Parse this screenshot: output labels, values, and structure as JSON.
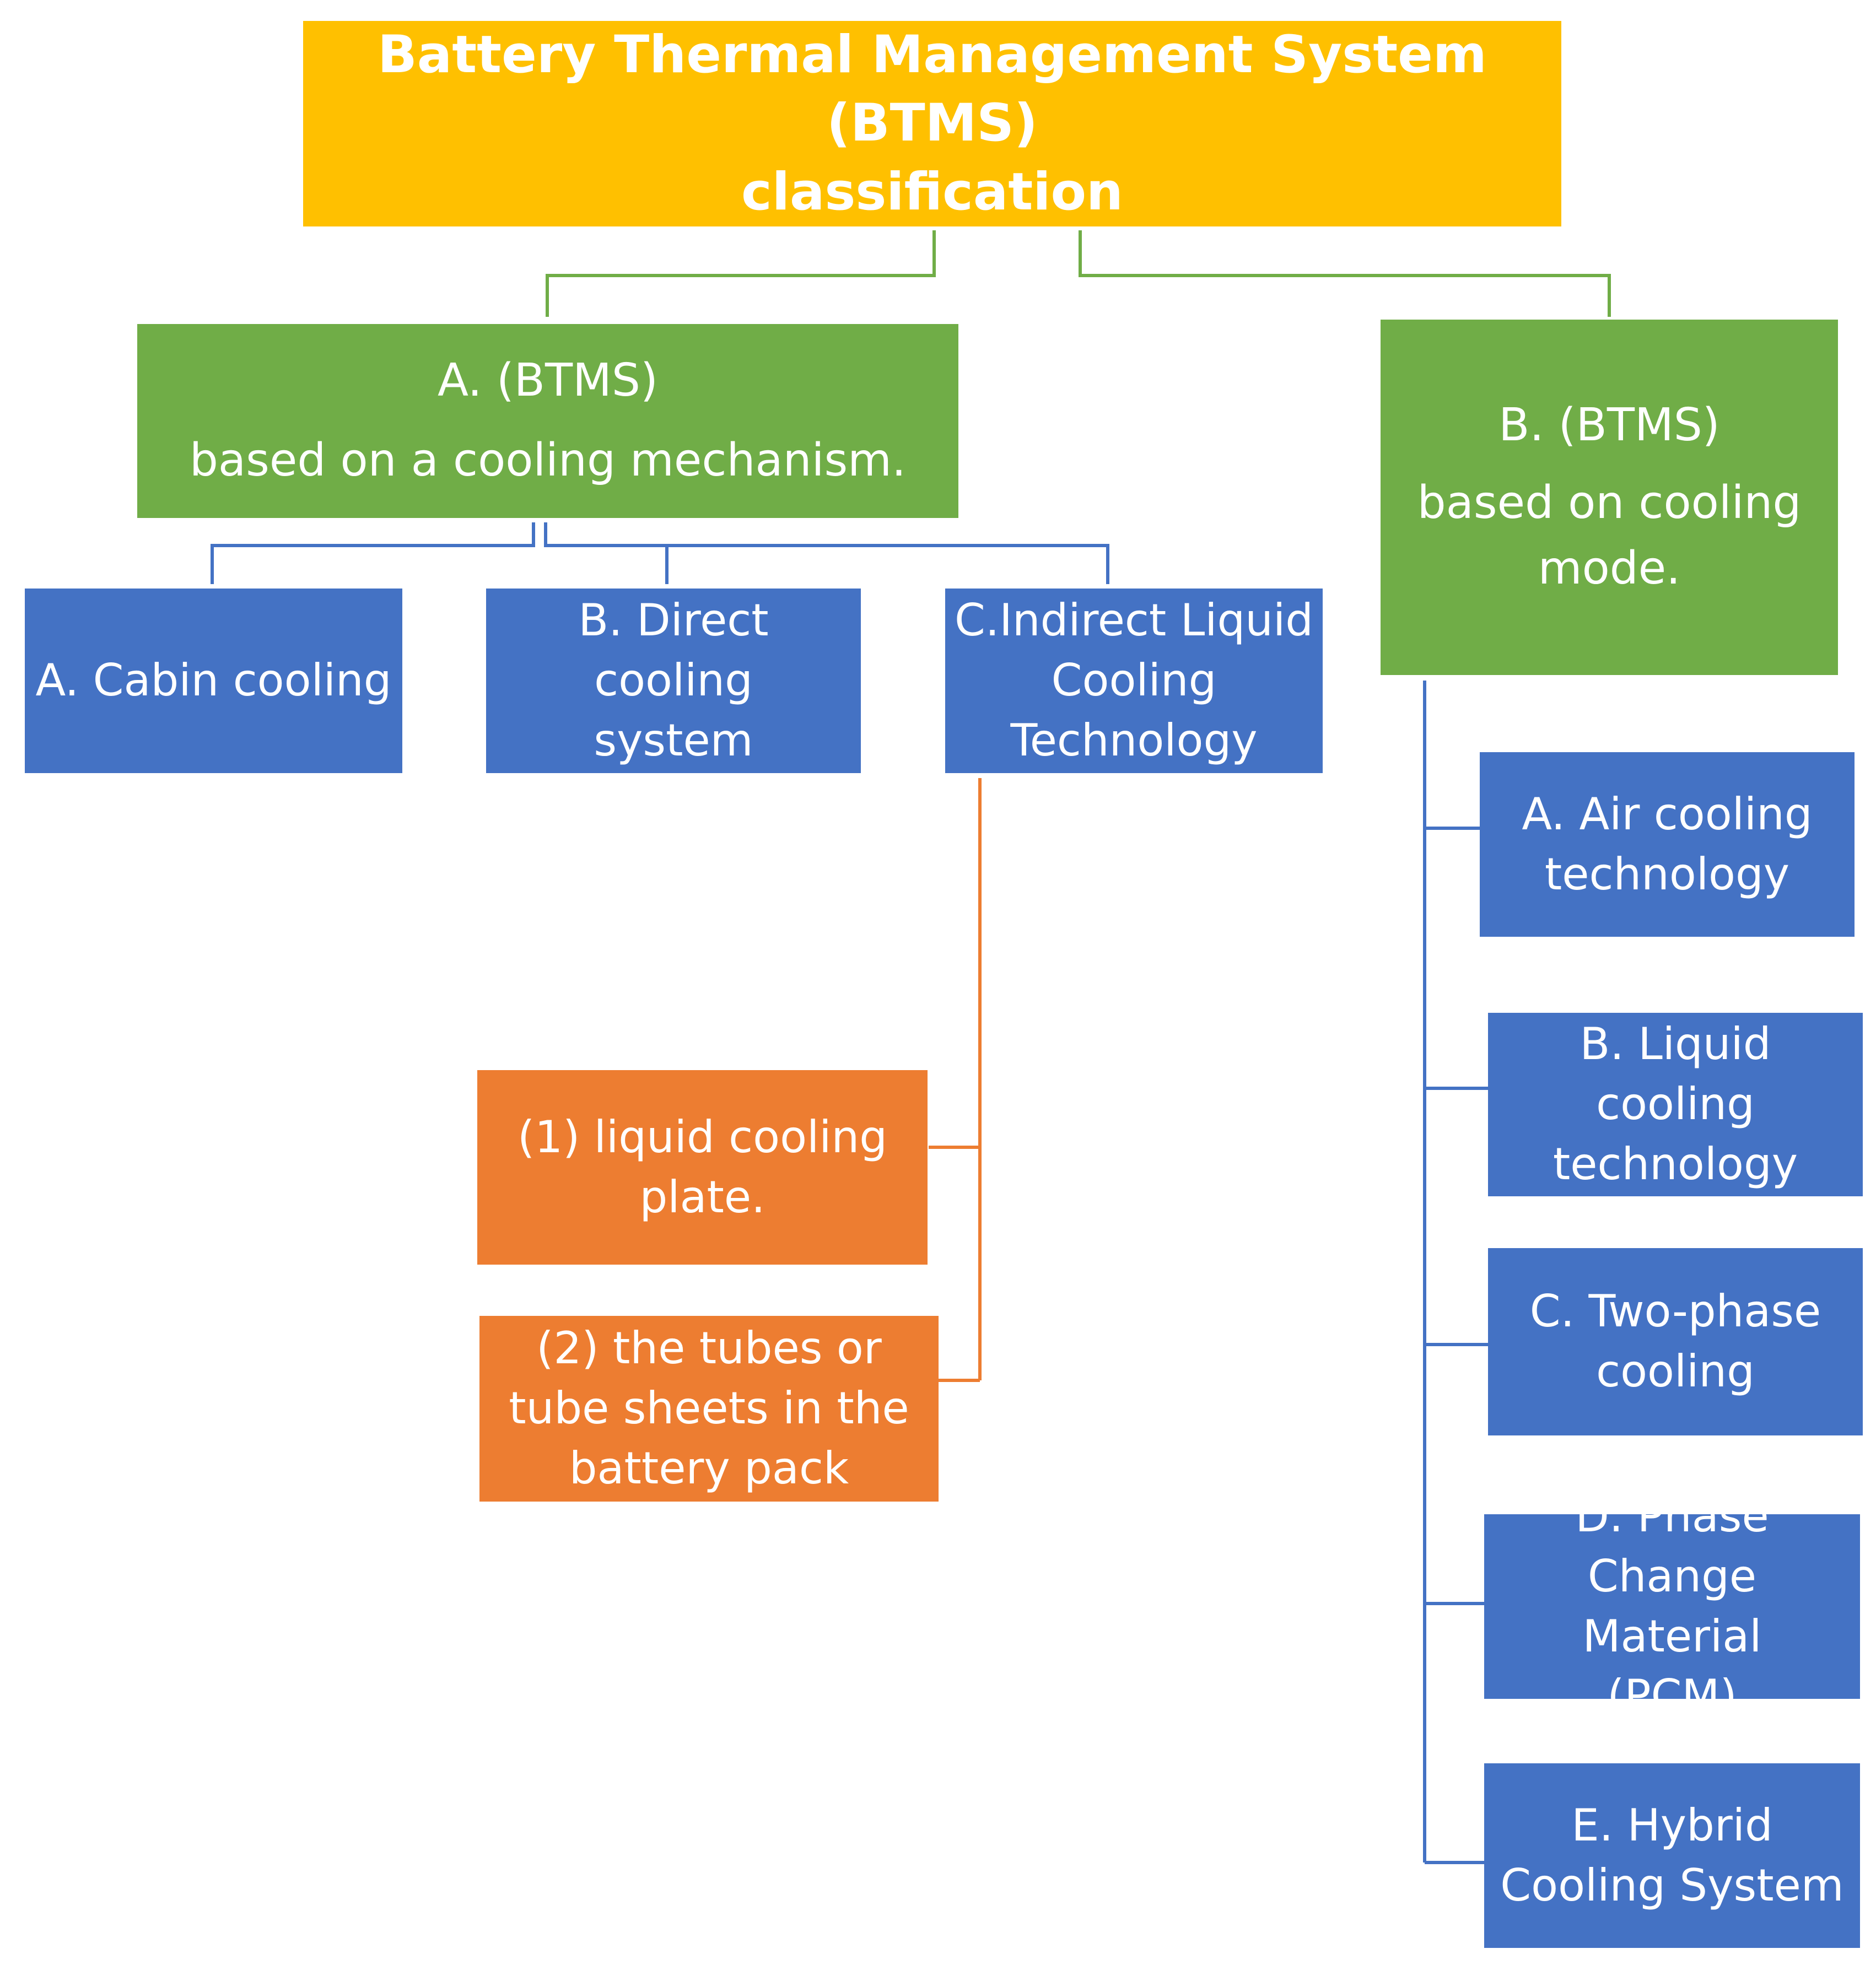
{
  "colors": {
    "root_fill": "#FFC000",
    "category_fill": "#70AD47",
    "mechanism_fill": "#4472C4",
    "subtype_fill": "#ED7D31",
    "text": "#FFFFFF"
  },
  "root": {
    "line1": "Battery Thermal Management System (BTMS)",
    "line2": "classification"
  },
  "category_a": {
    "line1": "A. (BTMS)",
    "line2": "based on a cooling mechanism.",
    "children": [
      {
        "lines": [
          "A. Cabin cooling"
        ]
      },
      {
        "lines": [
          "B. Direct cooling",
          "system"
        ]
      },
      {
        "lines": [
          "C.Indirect Liquid",
          "Cooling",
          "Technology"
        ]
      }
    ],
    "indirect_subtypes": [
      {
        "lines": [
          "(1) liquid cooling",
          "plate."
        ]
      },
      {
        "lines": [
          "(2) the tubes or",
          "tube sheets in the",
          "battery pack"
        ]
      }
    ]
  },
  "category_b": {
    "line1": "B. (BTMS)",
    "line2": "based on cooling",
    "line3": "mode.",
    "children": [
      {
        "lines": [
          "A. Air cooling",
          "technology"
        ]
      },
      {
        "lines": [
          "B. Liquid cooling",
          "technology"
        ]
      },
      {
        "lines": [
          "C. Two-phase",
          "cooling"
        ]
      },
      {
        "lines": [
          "D. Phase",
          "Change Material",
          "(PCM)"
        ]
      },
      {
        "lines": [
          "E. Hybrid",
          "Cooling System"
        ]
      }
    ]
  }
}
